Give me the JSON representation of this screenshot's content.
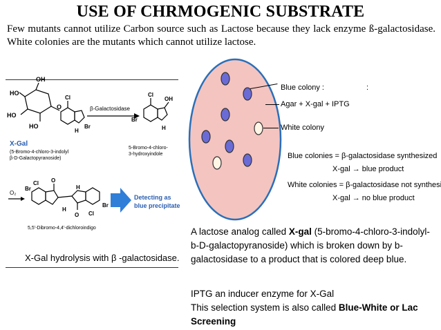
{
  "title": "USE OF CHRMOGENIC SUBSTRATE",
  "intro": "Few mutants cannot utilize Carbon source such as Lactose because they lack enzyme ß-galactosidase. White colonies are the mutants which cannot utilize lactose.",
  "reaction": {
    "enzyme_label": "β-Galactosidase",
    "xgal_name": "X-Gal",
    "xgal_full": [
      "(5-Bromo-4-chloro-3-indolyl",
      "β-D-Galactopyranoside)"
    ],
    "product1": [
      "5-Bromo-4-chloro-",
      "3-hydroxyindole"
    ],
    "oxidant": "O₂",
    "product2": "5,5'-Dibromo-4,4'-dichloroindigo",
    "detect_label": [
      "Detecting as",
      "blue precipitate"
    ],
    "caption": "X-Gal hydrolysis with β -galactosidase.",
    "atoms": {
      "ho": "HO",
      "oh": "OH",
      "cl": "Cl",
      "br": "Br",
      "h": "H",
      "o": "O"
    }
  },
  "dish": {
    "labels": {
      "blue_colony": "Blue colony :",
      "colon_mark": ":",
      "agar": "Agar + X-gal + IPTG",
      "white_colony": "White colony",
      "blue_eq": "Blue colonies = β-galactosidase synthesized",
      "blue_product": "X-gal → blue product",
      "white_eq": "White colonies = β-galactosidase not synthesized",
      "white_product": "X-gal → no blue product"
    },
    "colors": {
      "plate_fill": "#f4c4c0",
      "plate_rim": "#2a6fb8",
      "blue_colony": "#6b6bd6",
      "white_colony": "#fff6e6"
    }
  },
  "description": {
    "pre": "A lactose analog called ",
    "bold": "X-gal",
    "post": " (5-bromo-4-chloro-3-indolyl-b-D-galactopyranoside) which is broken down by b-galactosidase to a product that is colored deep blue."
  },
  "iptg": {
    "line1": "IPTG an inducer enzyme for X-Gal",
    "line2_pre": "This selection system is also called ",
    "line2_bold": "Blue-White or Lac Screening"
  }
}
